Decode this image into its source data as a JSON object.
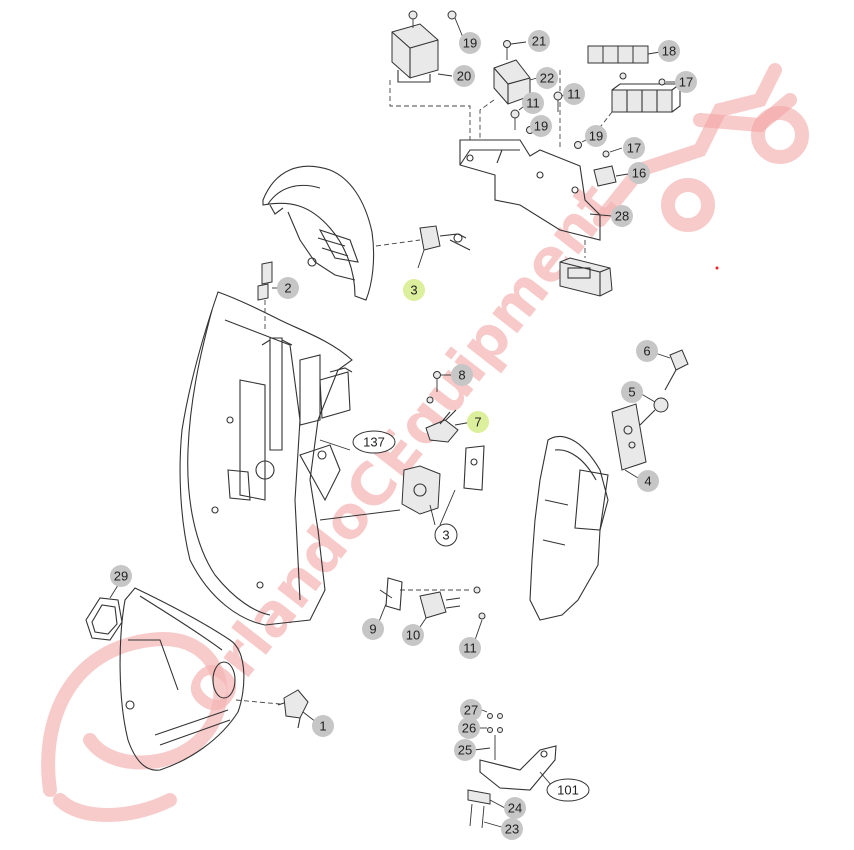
{
  "diagram": {
    "watermark": "OrlandoCEquipment",
    "colors": {
      "bubble_gray": "#c6c6c6",
      "bubble_highlight": "#dcef9c",
      "bubble_outline_fill": "#ffffff",
      "line": "#333333",
      "watermark": "#f2a0a0"
    },
    "callouts": [
      {
        "id": "c19a",
        "label": "19",
        "style": "gray"
      },
      {
        "id": "c21",
        "label": "21",
        "style": "gray"
      },
      {
        "id": "c18",
        "label": "18",
        "style": "gray"
      },
      {
        "id": "c20",
        "label": "20",
        "style": "gray"
      },
      {
        "id": "c22",
        "label": "22",
        "style": "gray"
      },
      {
        "id": "c17a",
        "label": "17",
        "style": "gray"
      },
      {
        "id": "c11a",
        "label": "11",
        "style": "gray"
      },
      {
        "id": "c11b",
        "label": "11",
        "style": "gray"
      },
      {
        "id": "c19b",
        "label": "19",
        "style": "gray"
      },
      {
        "id": "c19c",
        "label": "19",
        "style": "gray"
      },
      {
        "id": "c17b",
        "label": "17",
        "style": "gray"
      },
      {
        "id": "c16",
        "label": "16",
        "style": "gray"
      },
      {
        "id": "c28",
        "label": "28",
        "style": "gray"
      },
      {
        "id": "c3a",
        "label": "3",
        "style": "highlight"
      },
      {
        "id": "c2",
        "label": "2",
        "style": "gray"
      },
      {
        "id": "c6",
        "label": "6",
        "style": "gray"
      },
      {
        "id": "c5",
        "label": "5",
        "style": "gray"
      },
      {
        "id": "c8",
        "label": "8",
        "style": "gray"
      },
      {
        "id": "c7",
        "label": "7",
        "style": "highlight"
      },
      {
        "id": "c4",
        "label": "4",
        "style": "gray"
      },
      {
        "id": "c137",
        "label": "137",
        "style": "outline"
      },
      {
        "id": "c3b",
        "label": "3",
        "style": "outline"
      },
      {
        "id": "c29",
        "label": "29",
        "style": "gray"
      },
      {
        "id": "c9",
        "label": "9",
        "style": "gray"
      },
      {
        "id": "c10",
        "label": "10",
        "style": "gray"
      },
      {
        "id": "c11c",
        "label": "11",
        "style": "gray"
      },
      {
        "id": "c1",
        "label": "1",
        "style": "gray"
      },
      {
        "id": "c27",
        "label": "27",
        "style": "gray"
      },
      {
        "id": "c26",
        "label": "26",
        "style": "gray"
      },
      {
        "id": "c25",
        "label": "25",
        "style": "gray"
      },
      {
        "id": "c101",
        "label": "101",
        "style": "outline"
      },
      {
        "id": "c24",
        "label": "24",
        "style": "gray"
      },
      {
        "id": "c23",
        "label": "23",
        "style": "gray"
      }
    ]
  }
}
